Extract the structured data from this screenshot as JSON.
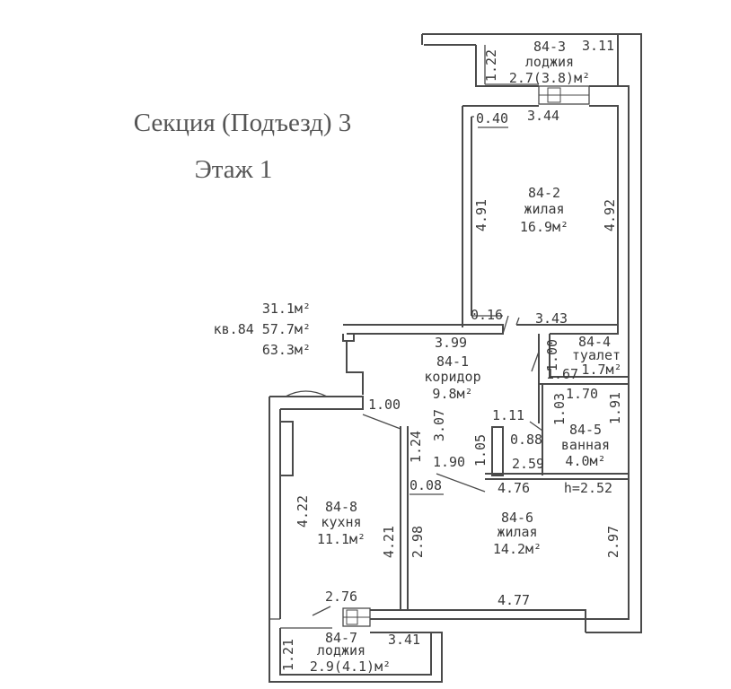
{
  "header": {
    "section": "Секция (Подъезд) 3",
    "floor": "Этаж 1"
  },
  "apartment": {
    "living_area": "31.1м²",
    "label": "кв.84 57.7м²",
    "total_area": "63.3м²"
  },
  "rooms": [
    {
      "id": "84-3",
      "type": "лоджия",
      "area": "2.7(3.8)м²"
    },
    {
      "id": "84-2",
      "type": "жилая",
      "area": "16.9м²"
    },
    {
      "id": "84-1",
      "type": "коридор",
      "area": "9.8м²"
    },
    {
      "id": "84-4",
      "type": "туалет",
      "area": "1.7м²"
    },
    {
      "id": "84-5",
      "type": "ванная",
      "area": "4.0м²"
    },
    {
      "id": "84-6",
      "type": "жилая",
      "area": "14.2м²"
    },
    {
      "id": "84-8",
      "type": "кухня",
      "area": "11.1м²"
    },
    {
      "id": "84-7",
      "type": "лоджия",
      "area": "2.9(4.1)м²"
    }
  ],
  "dimensions": {
    "loggia3_left": "1.22",
    "loggia3_width": "3.11",
    "room2_top_small": "0.40",
    "room2_top": "3.44",
    "room2_left": "4.91",
    "room2_right": "4.92",
    "room2_bottom_small": "0.16",
    "room2_bottom": "3.43",
    "corridor_top": "3.99",
    "corridor_depth": "3.07",
    "corridor_b": "1.24",
    "corridor_bottom": "1.90",
    "kitchen_door": "1.00",
    "toilet_side": "1.00",
    "toilet_width": "1.67",
    "bath_side": "1.03",
    "bath_top": "1.70",
    "bath_right": "1.91",
    "c_a": "1.11",
    "c_b": "1.05",
    "c_c": "0.88",
    "bath_bottom": "2.59",
    "room6_small": "0.08",
    "room6_top": "4.76",
    "ceiling_height": "h=2.52",
    "kitchen_left": "4.22",
    "kitchen_right": "4.21",
    "room6_left": "2.98",
    "room6_right": "2.97",
    "kitchen_bottom": "2.76",
    "room6_bottom": "4.77",
    "loggia7_left": "1.21",
    "loggia7_width": "3.41"
  }
}
